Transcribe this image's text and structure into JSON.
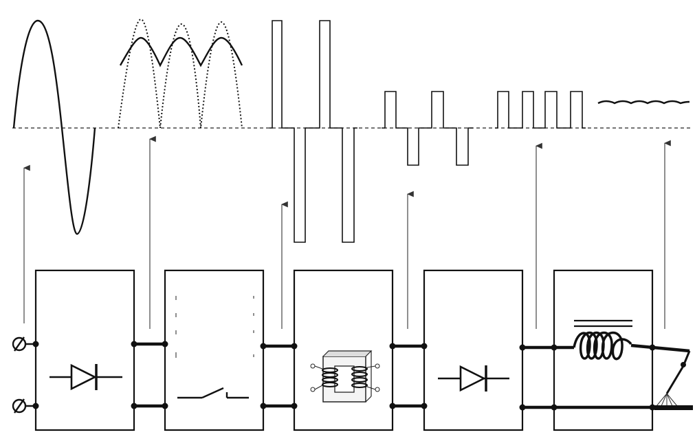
{
  "figure": {
    "stages": [
      {
        "id": "mains-input",
        "waveform": "sine"
      },
      {
        "id": "rectifier",
        "waveform": "rectified-dc",
        "symbol": "diode-icon"
      },
      {
        "id": "inverter",
        "waveform": "square-pulses",
        "symbol": "switch-icon"
      },
      {
        "id": "transformer",
        "waveform": "reduced-pulses",
        "symbol": "transformer-icon"
      },
      {
        "id": "output-rectifier",
        "waveform": "unipolar-pulses",
        "symbol": "diode-icon"
      },
      {
        "id": "choke-output",
        "waveform": "smoothed-dc",
        "symbol": "inductor-icon"
      }
    ],
    "terminals": [
      "input-terminal-top",
      "input-terminal-bottom"
    ],
    "colors": {
      "line": "#111111",
      "background": "#ffffff"
    }
  }
}
